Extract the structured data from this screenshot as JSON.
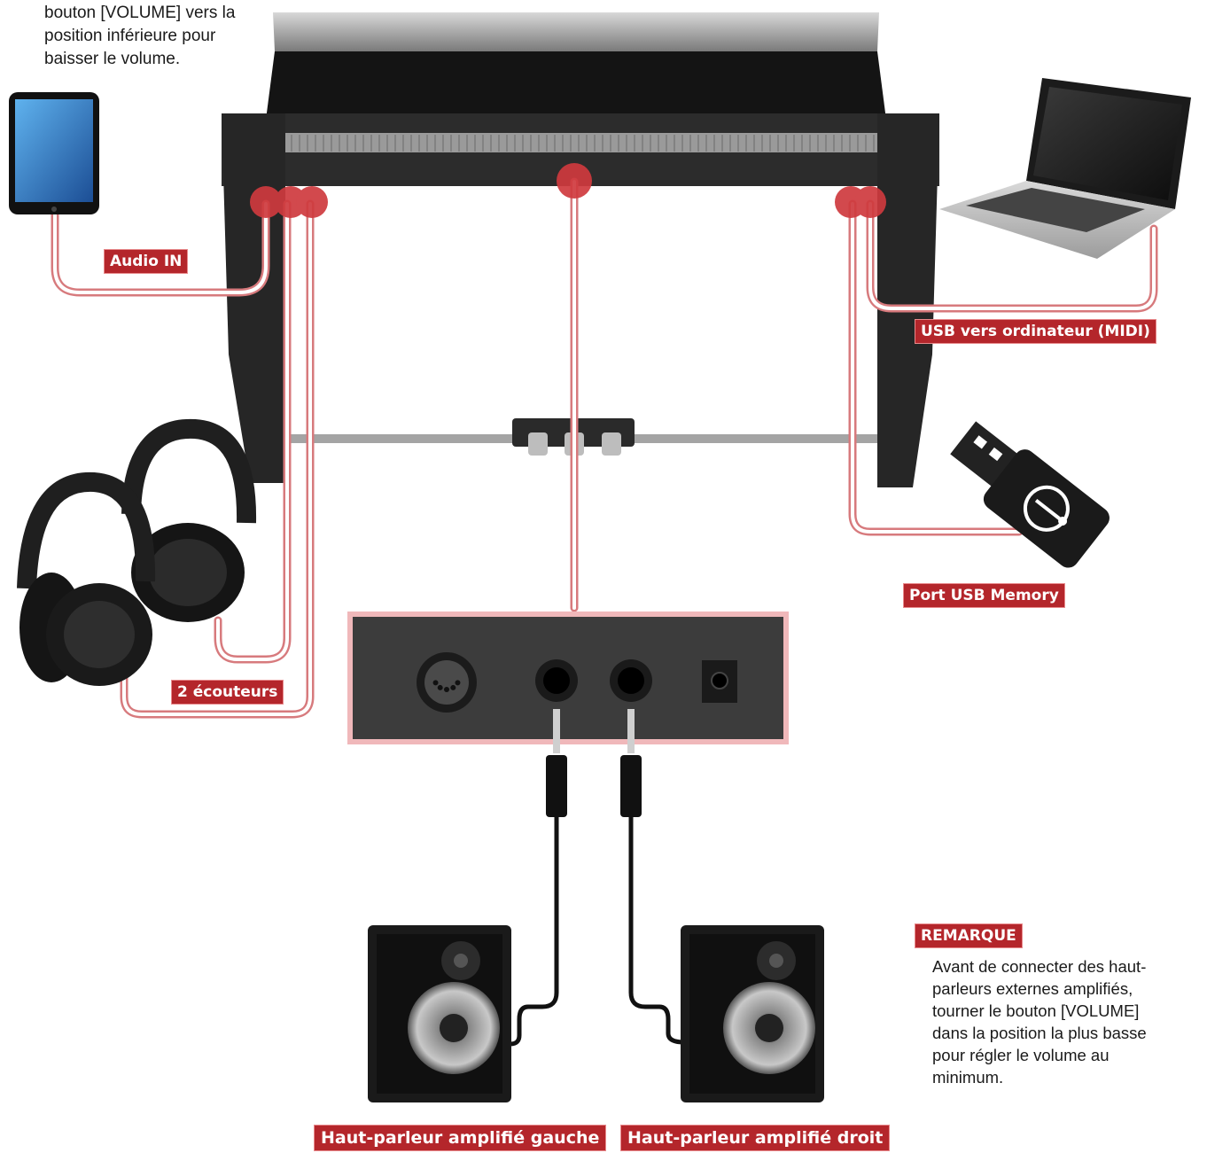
{
  "top_note": {
    "lines": [
      "bouton [VOLUME] vers la",
      "position inférieure pour",
      "baisser le volume."
    ]
  },
  "labels": {
    "audio_in": "Audio IN",
    "usb_computer": "USB vers ordinateur (MIDI)",
    "usb_memory": "Port USB Memory",
    "headphones": "2 écouteurs",
    "speaker_left": "Haut-parleur amplifié gauche",
    "speaker_right": "Haut-parleur amplifié droit"
  },
  "note": {
    "title": "REMARQUE",
    "lines": [
      "Avant de connecter des haut-",
      "parleurs externes amplifiés,",
      "tourner le bouton [VOLUME]",
      "dans la position la plus basse",
      "pour régler le volume au",
      "minimum."
    ]
  },
  "colors": {
    "accent": "#b4262b",
    "cable_outline": "#e6a3a5",
    "dot": "#cf3a3e",
    "piano_body": "#2b2b2b",
    "panel": "#3a3a3a"
  },
  "icons": [
    "tablet-icon",
    "laptop-icon",
    "usb-stick-icon",
    "headphones-icon",
    "speaker-icon",
    "midi-port-icon",
    "jack-port-icon",
    "dc-power-port-icon",
    "jack-plug-icon",
    "pedal-icon"
  ]
}
